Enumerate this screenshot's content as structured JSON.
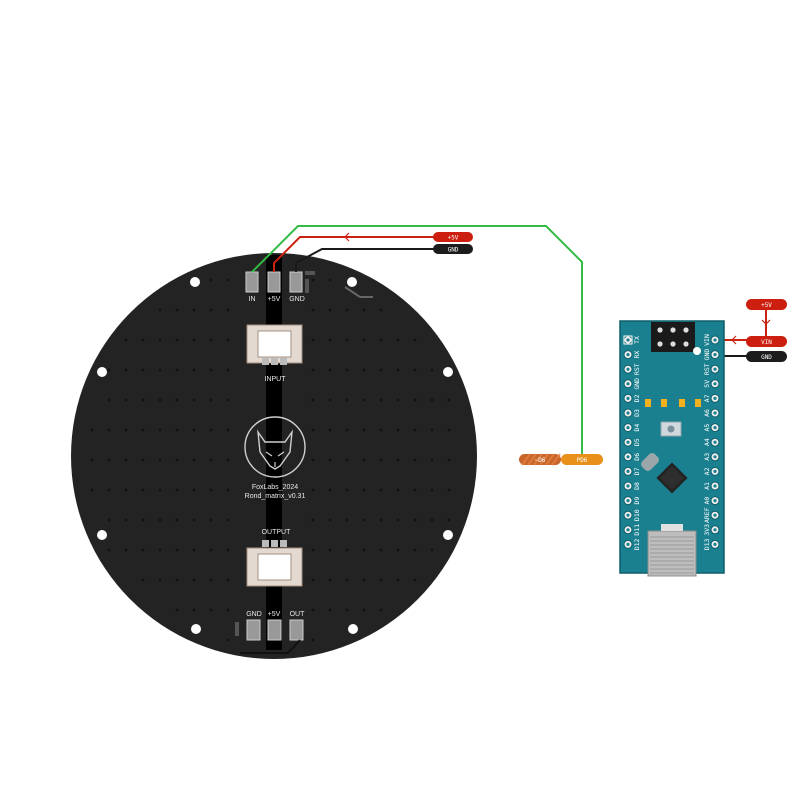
{
  "pcb": {
    "brand": "FoxLabs_2024",
    "model": "Rond_matrix_v0.31",
    "input_label": "INPUT",
    "output_label": "OUTPUT",
    "top_pins": [
      "IN",
      "+5V",
      "GND"
    ],
    "bottom_pins": [
      "GND",
      "+5V",
      "OUT"
    ],
    "logo": "fox-head-icon"
  },
  "wire_tags": {
    "top_5v": "+5V",
    "top_gnd": "GND",
    "nano_5v": "+5V",
    "nano_vin": "VIN",
    "nano_gnd": "GND",
    "d6_net": "~D6",
    "d6_port": "PD6"
  },
  "nano": {
    "left_pins": [
      "TX",
      "RX",
      "RST",
      "GND",
      "D2",
      "D3",
      "D4",
      "D5",
      "D6",
      "D7",
      "D8",
      "D9",
      "D10",
      "D11",
      "D12"
    ],
    "right_pins": [
      "VIN",
      "GND",
      "RST",
      "5V",
      "A7",
      "A6",
      "A5",
      "A4",
      "A3",
      "A2",
      "A1",
      "A0",
      "AREF",
      "3V3",
      "D13"
    ]
  },
  "colors": {
    "pcb": "#222222",
    "nano_board": "#1a7f8f",
    "wire_green": "#33bb44",
    "wire_red": "#cc2211",
    "wire_black": "#1a1a1a",
    "wire_orange": "#f09010",
    "tag_red": "#cc1f0f",
    "tag_black": "#1c1c1c",
    "tag_orange": "#e8901a"
  }
}
